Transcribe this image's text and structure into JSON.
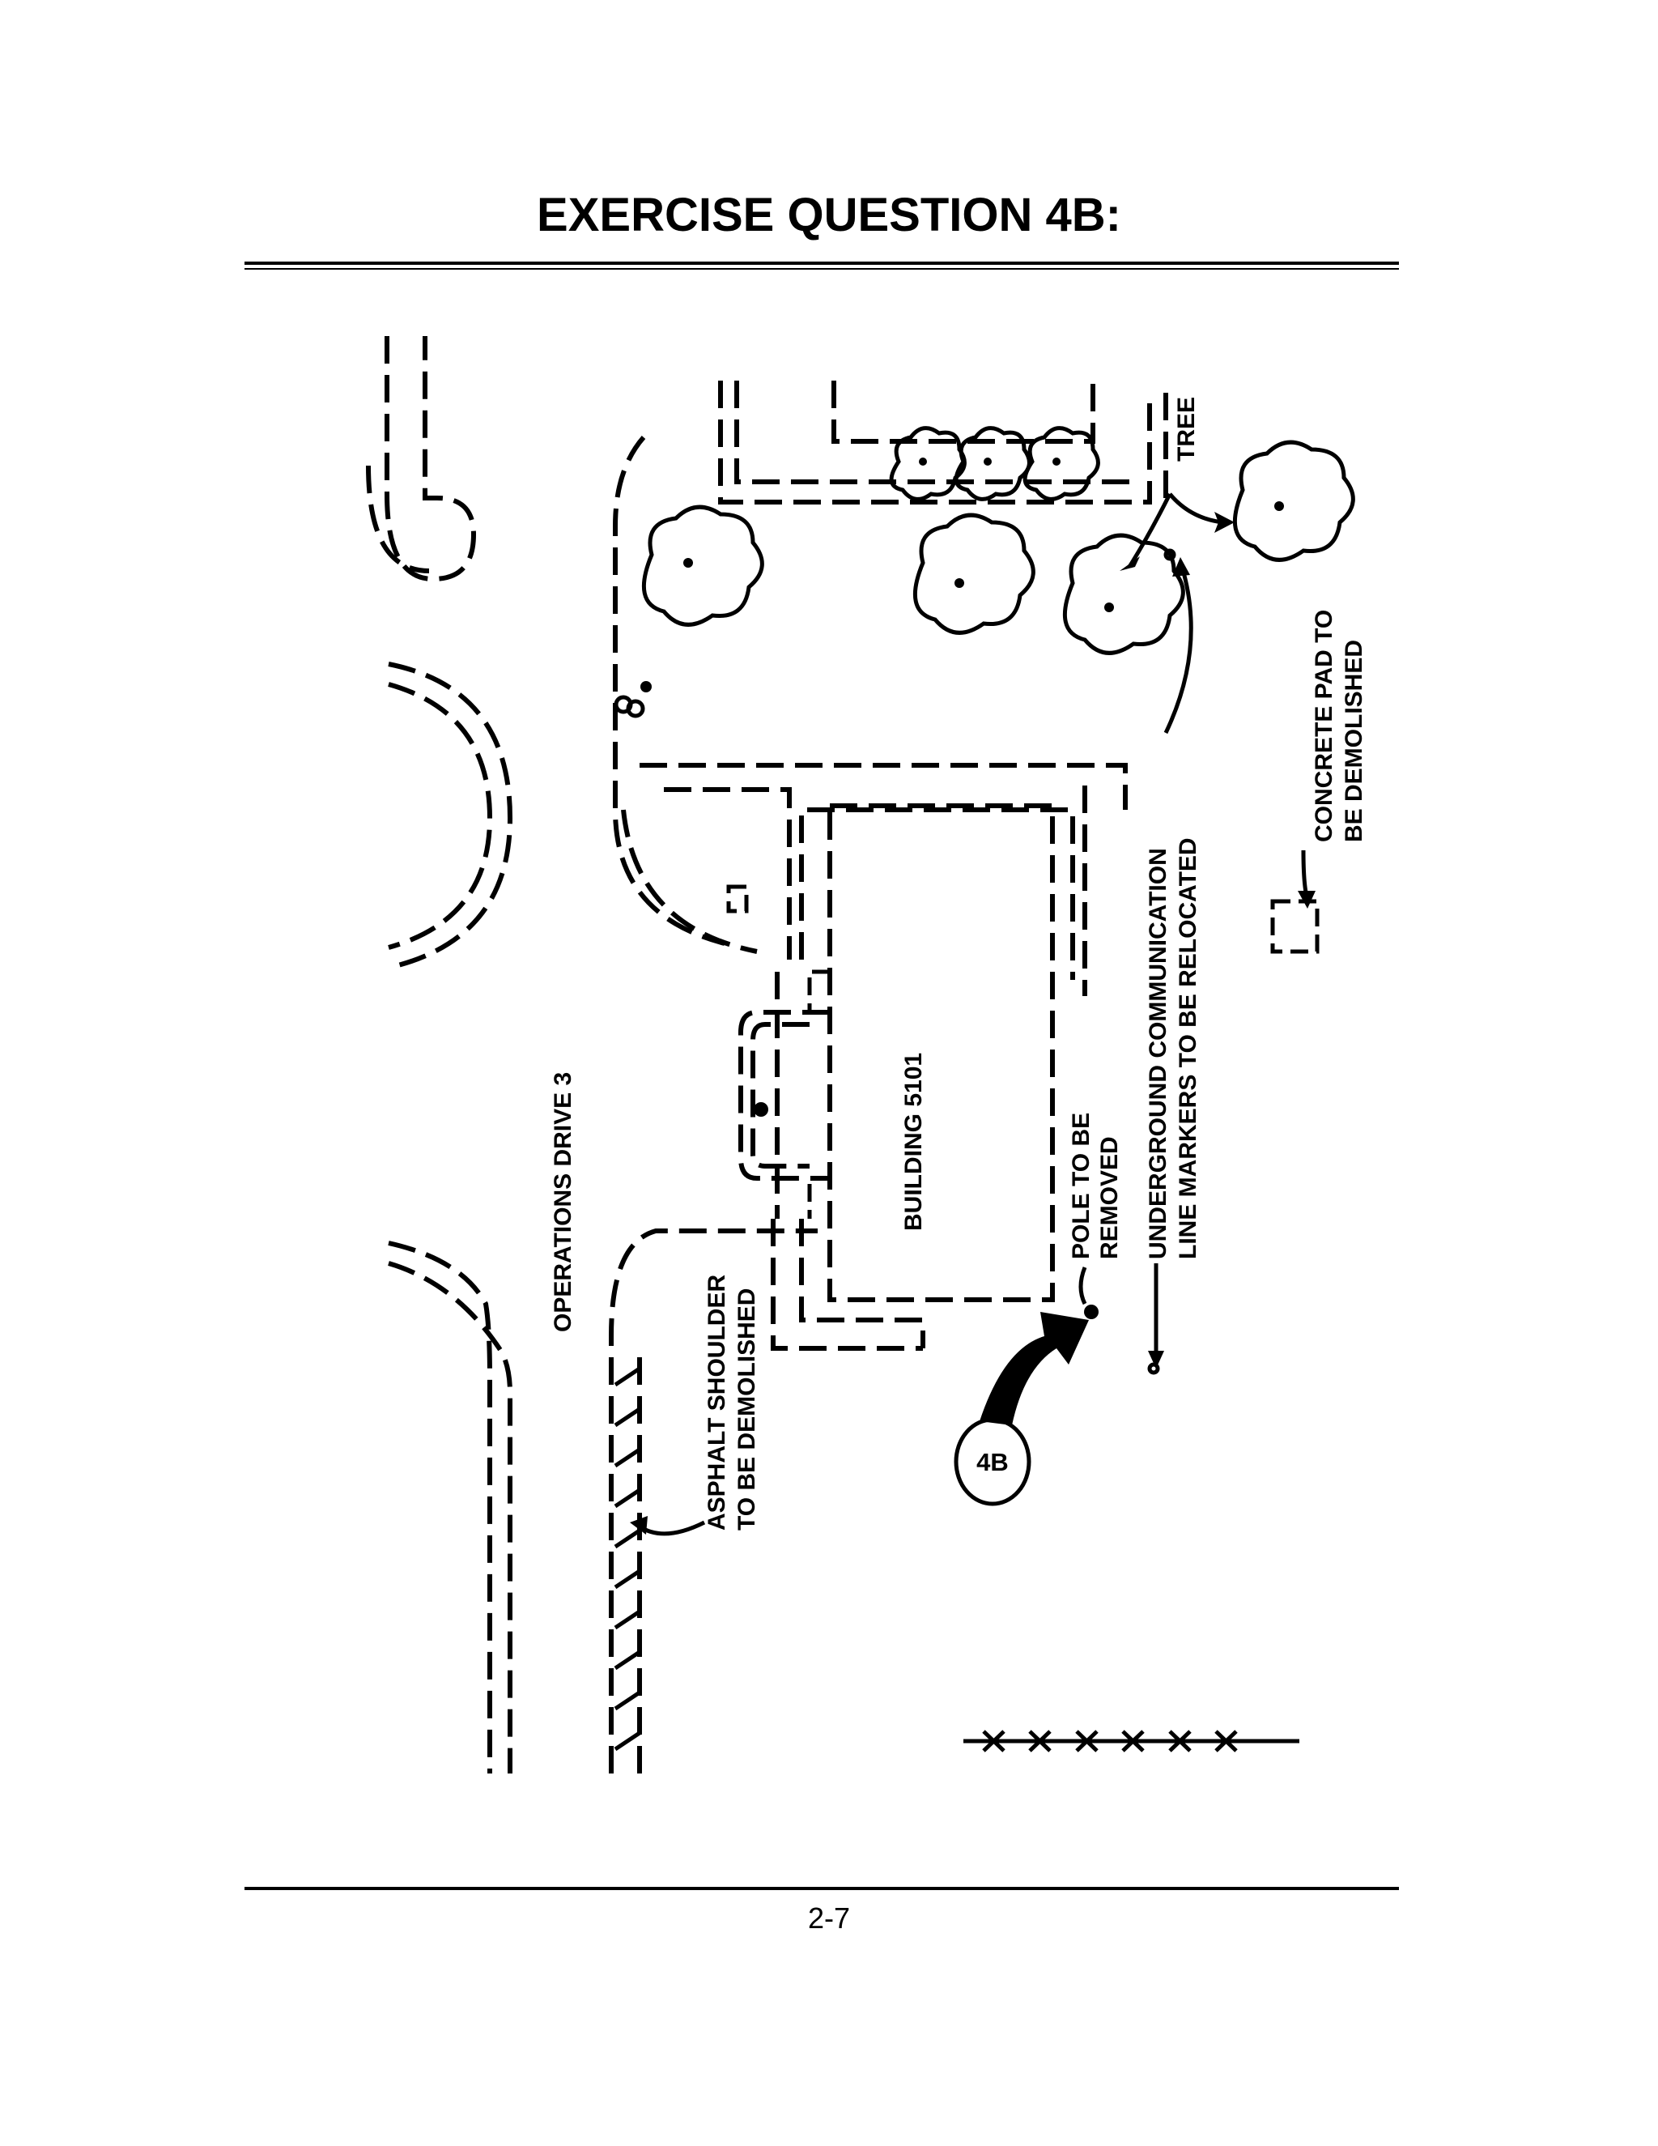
{
  "page": {
    "title": "EXERCISE QUESTION 4B:",
    "page_number": "2-7"
  },
  "diagram": {
    "labels": {
      "road": "OPERATIONS DRIVE 3",
      "building": "BUILDING 5101",
      "asphalt_line1": "ASPHALT SHOULDER",
      "asphalt_line2": "TO BE DEMOLISHED",
      "pole_line1": "POLE TO BE",
      "pole_line2": "REMOVED",
      "comm_line1": "UNDERGROUND COMMUNICATION",
      "comm_line2": "LINE MARKERS TO BE RELOCATED",
      "concrete_line1": "CONCRETE PAD TO",
      "concrete_line2": "BE DEMOLISHED",
      "tree": "TREE",
      "callout": "4B"
    }
  }
}
